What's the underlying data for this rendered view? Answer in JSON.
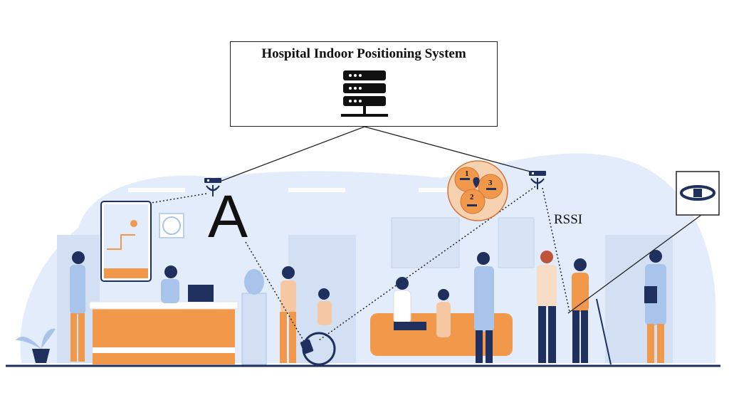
{
  "title": "Hospital Indoor Positioning System",
  "rssi_label": "RSSI",
  "anchor_label": "A",
  "zones": [
    "1",
    "2",
    "3"
  ],
  "icons": {
    "server": "server-rack-icon",
    "beacon": "wireless-beacon-icon",
    "wristband": "wristband-tag-icon",
    "map": "map-tablet-icon",
    "location": "location-pin-icon"
  },
  "colors": {
    "background_blob": "#e3ecfa",
    "accent_orange": "#f2984b",
    "navy": "#1f2f5e",
    "light_blue": "#a9c4ea",
    "line": "#222222"
  }
}
